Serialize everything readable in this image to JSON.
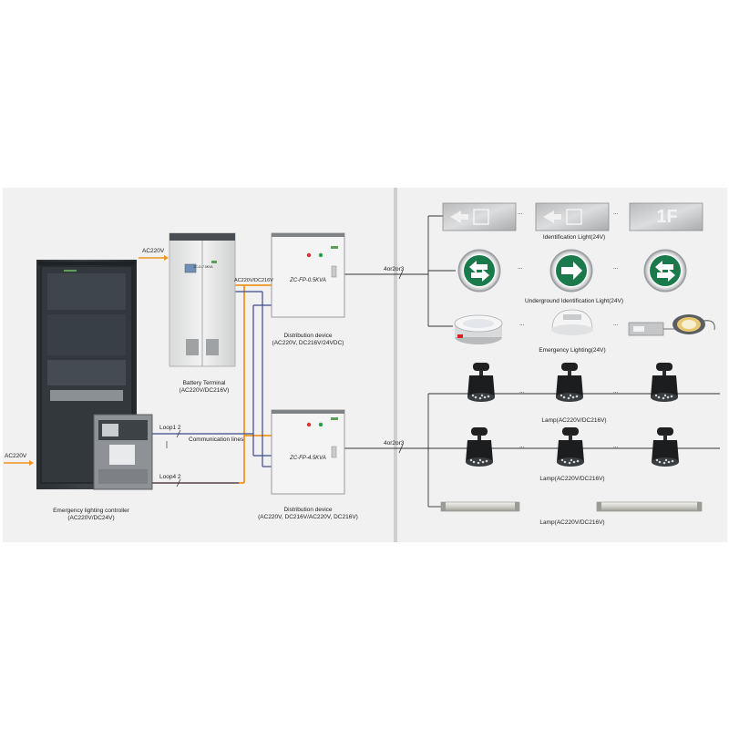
{
  "input_labels": {
    "ac_main": "AC220V",
    "ac_battery": "AC220V",
    "dc_bus": "AC220V/DC216V"
  },
  "loops": {
    "loop1": "Loop1",
    "loop1_count": "2",
    "loop4": "Loop4",
    "loop4_count": "2",
    "communication": "Communication lines",
    "branch_top": "4or2or3",
    "branch_bottom": "4or2or3",
    "ellipsis": "..."
  },
  "devices": {
    "controller": {
      "name": "Emergency lighting controller",
      "spec": "(AC220V/DC24V)"
    },
    "battery": {
      "name": "Battery Terminal",
      "spec": "(AC220V/DC216V)",
      "panel_text": "ZC-D-7.0KVA"
    },
    "dist_top": {
      "name": "Distribution device",
      "spec": "(AC220V,  DC216V/24VDC)",
      "model": "ZC-FP-0.5KVA"
    },
    "dist_bottom": {
      "name": "Distribution device",
      "spec": "(AC220V,  DC216V/AC220V,  DC216V)",
      "model": "ZC-FP-4.5KVA"
    }
  },
  "fixtures": {
    "identification": "Identification Light(24V)",
    "identification_sign": "1F",
    "underground": "Underground Identification Light(24V)",
    "emergency": "Emergency Lighting(24V)",
    "lamp_row1": "Lamp(AC220V/DC216V)",
    "lamp_row2": "Lamp(AC220V/DC216V)",
    "lamp_row3": "Lamp(AC220V/DC216V)"
  },
  "colors": {
    "power_line": "#f0961e",
    "comm_line": "#3c4a8c",
    "panel_bg": "#f1f1f1",
    "exit_green": "#1a7a4c"
  }
}
